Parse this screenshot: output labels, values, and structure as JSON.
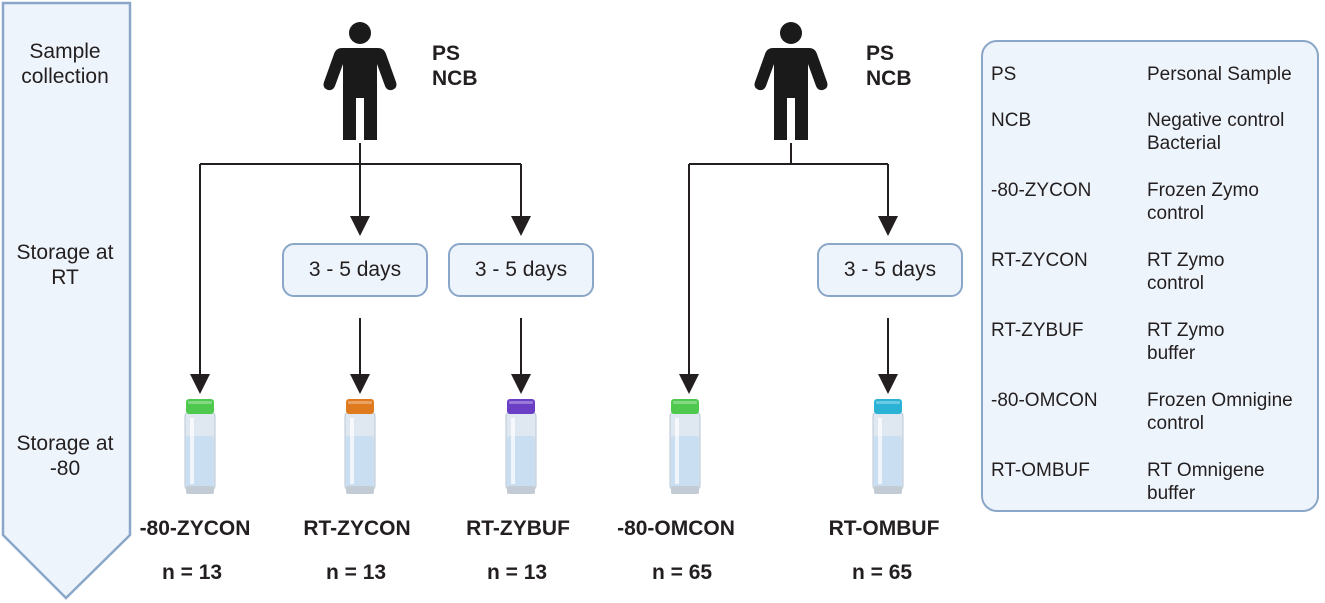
{
  "stages": [
    "Sample\ncollection",
    "Storage at\nRT",
    "Storage at\n-80"
  ],
  "sources": [
    {
      "line1": "PS",
      "line2": "NCB"
    },
    {
      "line1": "PS",
      "line2": "NCB"
    }
  ],
  "incubation_boxes": [
    "3 - 5 days",
    "3 - 5 days",
    "3 - 5 days"
  ],
  "tubes": [
    {
      "label": "-80-ZYCON",
      "n": "n = 13",
      "cap_color": "#4ec94e"
    },
    {
      "label": "RT-ZYCON",
      "n": "n = 13",
      "cap_color": "#e07a1f"
    },
    {
      "label": "RT-ZYBUF",
      "n": "n = 13",
      "cap_color": "#6a3fc6"
    },
    {
      "label": "-80-OMCON",
      "n": "n = 65",
      "cap_color": "#4ec94e"
    },
    {
      "label": "RT-OMBUF",
      "n": "n = 65",
      "cap_color": "#2bb3d6"
    }
  ],
  "legend": [
    {
      "key": "PS",
      "value": "Personal Sample"
    },
    {
      "key": "NCB",
      "value": "Negative control\nBacterial"
    },
    {
      "key": "-80-ZYCON",
      "value": "Frozen Zymo\ncontrol"
    },
    {
      "key": "RT-ZYCON",
      "value": "RT Zymo\ncontrol"
    },
    {
      "key": "RT-ZYBUF",
      "value": "RT Zymo\nbuffer"
    },
    {
      "key": "-80-OMCON",
      "value": "Frozen Omnigine\ncontrol"
    },
    {
      "key": "RT-OMBUF",
      "value": "RT Omnigene\nbuffer"
    }
  ],
  "colors": {
    "panel_fill": "#eef4fb",
    "panel_border": "#8aa6c8",
    "line": "#231f20"
  },
  "icons": [
    "person-icon",
    "sample-tube-icon",
    "arrow-down-icon"
  ]
}
